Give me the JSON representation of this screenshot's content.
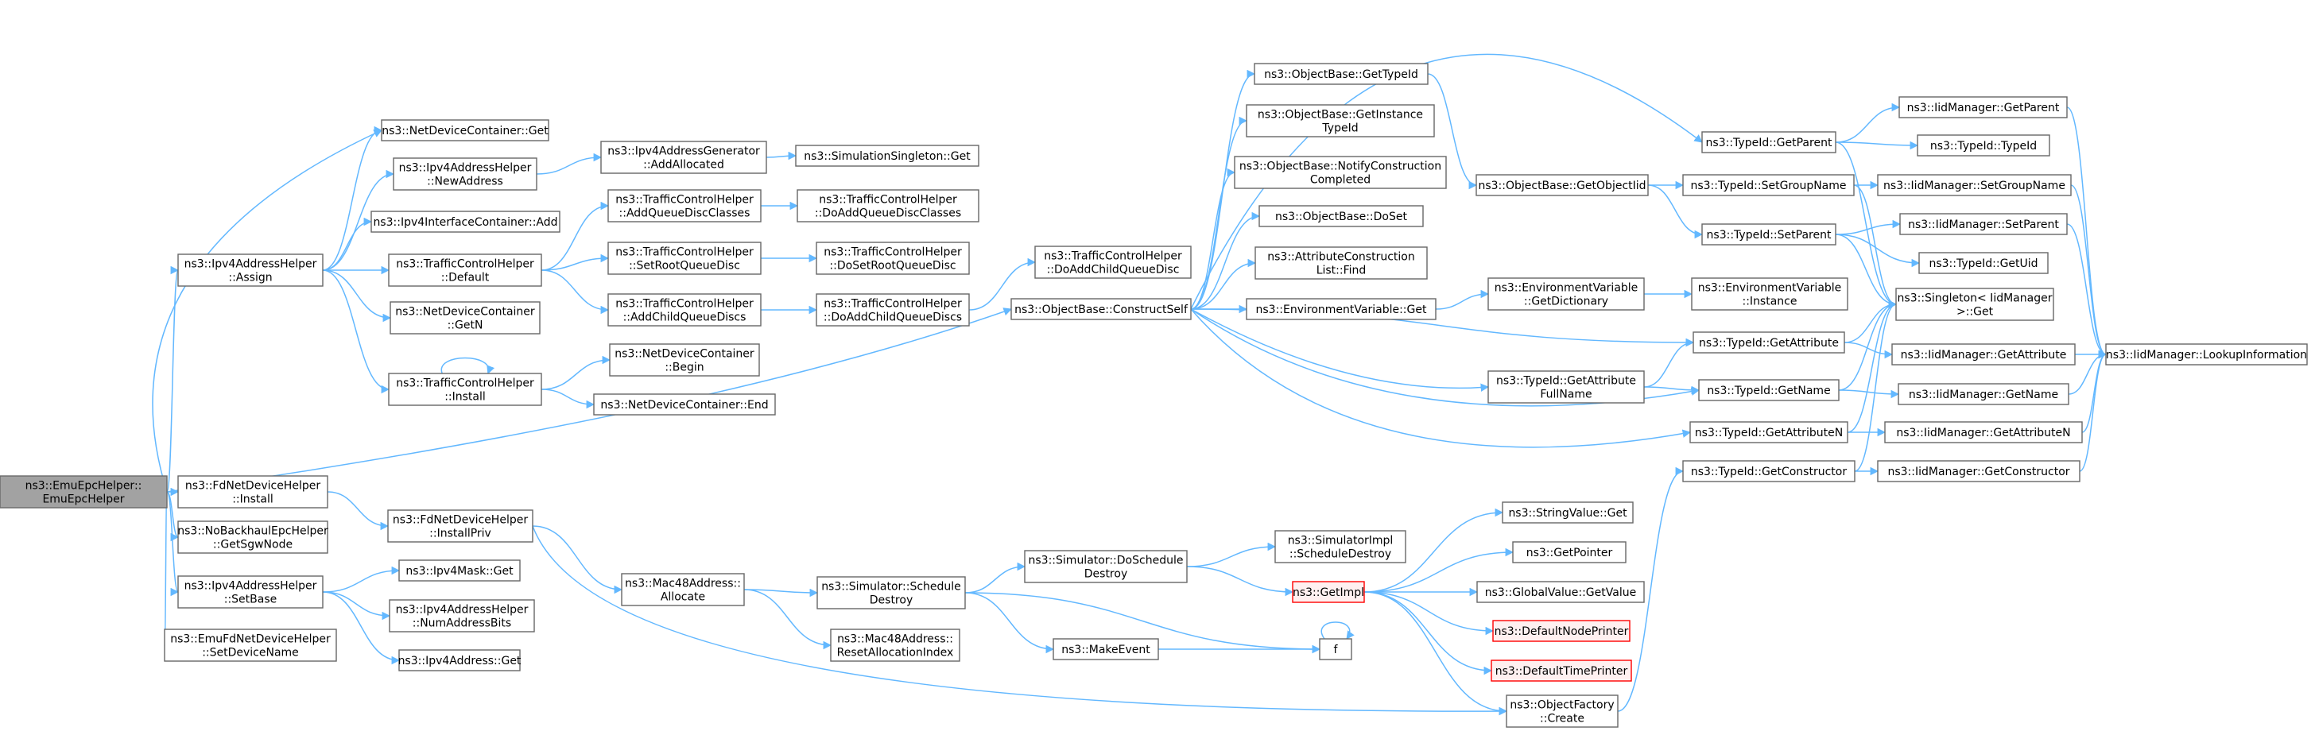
{
  "graph": {
    "nodes": [
      {
        "id": "root",
        "lines": [
          "ns3::EmuEpcHelper::",
          "EmuEpcHelper"
        ],
        "style": "root"
      },
      {
        "id": "ndc_get",
        "lines": [
          "ns3::NetDeviceContainer::Get"
        ]
      },
      {
        "id": "ipv4ah_newaddr",
        "lines": [
          "ns3::Ipv4AddressHelper",
          "::NewAddress"
        ]
      },
      {
        "id": "ipv4ic_add",
        "lines": [
          "ns3::Ipv4InterfaceContainer::Add"
        ]
      },
      {
        "id": "ipv4ah_assign",
        "lines": [
          "ns3::Ipv4AddressHelper",
          "::Assign"
        ]
      },
      {
        "id": "tch_default",
        "lines": [
          "ns3::TrafficControlHelper",
          "::Default"
        ]
      },
      {
        "id": "ndc_getn",
        "lines": [
          "ns3::NetDeviceContainer",
          "::GetN"
        ]
      },
      {
        "id": "tch_install",
        "lines": [
          "ns3::TrafficControlHelper",
          "::Install"
        ]
      },
      {
        "id": "ipv4ag_addalloc",
        "lines": [
          "ns3::Ipv4AddressGenerator",
          "::AddAllocated"
        ]
      },
      {
        "id": "simsingleton_get",
        "lines": [
          "ns3::SimulationSingleton::Get"
        ]
      },
      {
        "id": "tch_addqdc",
        "lines": [
          "ns3::TrafficControlHelper",
          "::AddQueueDiscClasses"
        ]
      },
      {
        "id": "tch_doaddqdc",
        "lines": [
          "ns3::TrafficControlHelper",
          "::DoAddQueueDiscClasses"
        ]
      },
      {
        "id": "tch_setroot",
        "lines": [
          "ns3::TrafficControlHelper",
          "::SetRootQueueDisc"
        ]
      },
      {
        "id": "tch_dosetroot",
        "lines": [
          "ns3::TrafficControlHelper",
          "::DoSetRootQueueDisc"
        ]
      },
      {
        "id": "tch_addchild",
        "lines": [
          "ns3::TrafficControlHelper",
          "::AddChildQueueDiscs"
        ]
      },
      {
        "id": "tch_doaddchilds",
        "lines": [
          "ns3::TrafficControlHelper",
          "::DoAddChildQueueDiscs"
        ]
      },
      {
        "id": "ndc_begin",
        "lines": [
          "ns3::NetDeviceContainer",
          "::Begin"
        ]
      },
      {
        "id": "ndc_end",
        "lines": [
          "ns3::NetDeviceContainer::End"
        ]
      },
      {
        "id": "tch_doaddchild",
        "lines": [
          "ns3::TrafficControlHelper",
          "::DoAddChildQueueDisc"
        ]
      },
      {
        "id": "ob_construct",
        "lines": [
          "ns3::ObjectBase::ConstructSelf"
        ]
      },
      {
        "id": "ob_gettypeid",
        "lines": [
          "ns3::ObjectBase::GetTypeId"
        ]
      },
      {
        "id": "ob_getinst",
        "lines": [
          "ns3::ObjectBase::GetInstance",
          "TypeId"
        ]
      },
      {
        "id": "ob_notify",
        "lines": [
          "ns3::ObjectBase::NotifyConstruction",
          "Completed"
        ]
      },
      {
        "id": "ob_doset",
        "lines": [
          "ns3::ObjectBase::DoSet"
        ]
      },
      {
        "id": "acl_find",
        "lines": [
          "ns3::AttributeConstruction",
          "List::Find"
        ]
      },
      {
        "id": "envvar_get",
        "lines": [
          "ns3::EnvironmentVariable::Get"
        ]
      },
      {
        "id": "ob_getobjtid",
        "lines": [
          "ns3::ObjectBase::GetObjectIid"
        ]
      },
      {
        "id": "envvar_getdict",
        "lines": [
          "ns3::EnvironmentVariable",
          "::GetDictionary"
        ]
      },
      {
        "id": "envvar_inst",
        "lines": [
          "ns3::EnvironmentVariable",
          "::Instance"
        ]
      },
      {
        "id": "tid_getparent",
        "lines": [
          "ns3::TypeId::GetParent"
        ]
      },
      {
        "id": "tid_setgroup",
        "lines": [
          "ns3::TypeId::SetGroupName"
        ]
      },
      {
        "id": "tid_setparent",
        "lines": [
          "ns3::TypeId::SetParent"
        ]
      },
      {
        "id": "singleton_get",
        "lines": [
          "ns3::Singleton< IidManager",
          ">::Get"
        ]
      },
      {
        "id": "tid_getattr",
        "lines": [
          "ns3::TypeId::GetAttribute"
        ]
      },
      {
        "id": "tid_getattrfull",
        "lines": [
          "ns3::TypeId::GetAttribute",
          "FullName"
        ]
      },
      {
        "id": "tid_getname",
        "lines": [
          "ns3::TypeId::GetName"
        ]
      },
      {
        "id": "tid_getattrn",
        "lines": [
          "ns3::TypeId::GetAttributeN"
        ]
      },
      {
        "id": "tid_getctor",
        "lines": [
          "ns3::TypeId::GetConstructor"
        ]
      },
      {
        "id": "iid_getparent",
        "lines": [
          "ns3::IidManager::GetParent"
        ]
      },
      {
        "id": "tid_typeid",
        "lines": [
          "ns3::TypeId::TypeId"
        ]
      },
      {
        "id": "iid_setgroup",
        "lines": [
          "ns3::IidManager::SetGroupName"
        ]
      },
      {
        "id": "iid_setparent",
        "lines": [
          "ns3::IidManager::SetParent"
        ]
      },
      {
        "id": "tid_getuid",
        "lines": [
          "ns3::TypeId::GetUid"
        ]
      },
      {
        "id": "iid_getattr",
        "lines": [
          "ns3::IidManager::GetAttribute"
        ]
      },
      {
        "id": "iid_getname",
        "lines": [
          "ns3::IidManager::GetName"
        ]
      },
      {
        "id": "iid_getattrn",
        "lines": [
          "ns3::IidManager::GetAttributeN"
        ]
      },
      {
        "id": "iid_getctor",
        "lines": [
          "ns3::IidManager::GetConstructor"
        ]
      },
      {
        "id": "iid_lookup",
        "lines": [
          "ns3::IidManager::LookupInformation"
        ]
      },
      {
        "id": "fdndh_install",
        "lines": [
          "ns3::FdNetDeviceHelper",
          "::Install"
        ]
      },
      {
        "id": "nobh_getsgw",
        "lines": [
          "ns3::NoBackhaulEpcHelper",
          "::GetSgwNode"
        ]
      },
      {
        "id": "ipv4ah_setbase",
        "lines": [
          "ns3::Ipv4AddressHelper",
          "::SetBase"
        ]
      },
      {
        "id": "emufd_setdev",
        "lines": [
          "ns3::EmuFdNetDeviceHelper",
          "::SetDeviceName"
        ]
      },
      {
        "id": "fdndh_installpriv",
        "lines": [
          "ns3::FdNetDeviceHelper",
          "::InstallPriv"
        ]
      },
      {
        "id": "ipv4mask_get",
        "lines": [
          "ns3::Ipv4Mask::Get"
        ]
      },
      {
        "id": "ipv4ah_numbits",
        "lines": [
          "ns3::Ipv4AddressHelper",
          "::NumAddressBits"
        ]
      },
      {
        "id": "ipv4addr_get",
        "lines": [
          "ns3::Ipv4Address::Get"
        ]
      },
      {
        "id": "mac48_alloc",
        "lines": [
          "ns3::Mac48Address::",
          "Allocate"
        ]
      },
      {
        "id": "sim_schedestroy",
        "lines": [
          "ns3::Simulator::Schedule",
          "Destroy"
        ]
      },
      {
        "id": "mac48_reset",
        "lines": [
          "ns3::Mac48Address::",
          "ResetAllocationIndex"
        ]
      },
      {
        "id": "sim_doschedestroy",
        "lines": [
          "ns3::Simulator::DoSchedule",
          "Destroy"
        ]
      },
      {
        "id": "simimpl_schedestroy",
        "lines": [
          "ns3::SimulatorImpl",
          "::ScheduleDestroy"
        ]
      },
      {
        "id": "getimpl",
        "lines": [
          "ns3::GetImpl"
        ],
        "style": "red"
      },
      {
        "id": "makeevent",
        "lines": [
          "ns3::MakeEvent"
        ]
      },
      {
        "id": "f",
        "lines": [
          "f"
        ]
      },
      {
        "id": "stringvalue_get",
        "lines": [
          "ns3::StringValue::Get"
        ]
      },
      {
        "id": "getpointer",
        "lines": [
          "ns3::GetPointer"
        ]
      },
      {
        "id": "globalvalue_get",
        "lines": [
          "ns3::GlobalValue::GetValue"
        ]
      },
      {
        "id": "defnodeprinter",
        "lines": [
          "ns3::DefaultNodePrinter"
        ],
        "style": "red"
      },
      {
        "id": "deftimeprinter",
        "lines": [
          "ns3::DefaultTimePrinter"
        ],
        "style": "red"
      },
      {
        "id": "objfactory_create",
        "lines": [
          "ns3::ObjectFactory",
          "::Create"
        ]
      }
    ]
  }
}
